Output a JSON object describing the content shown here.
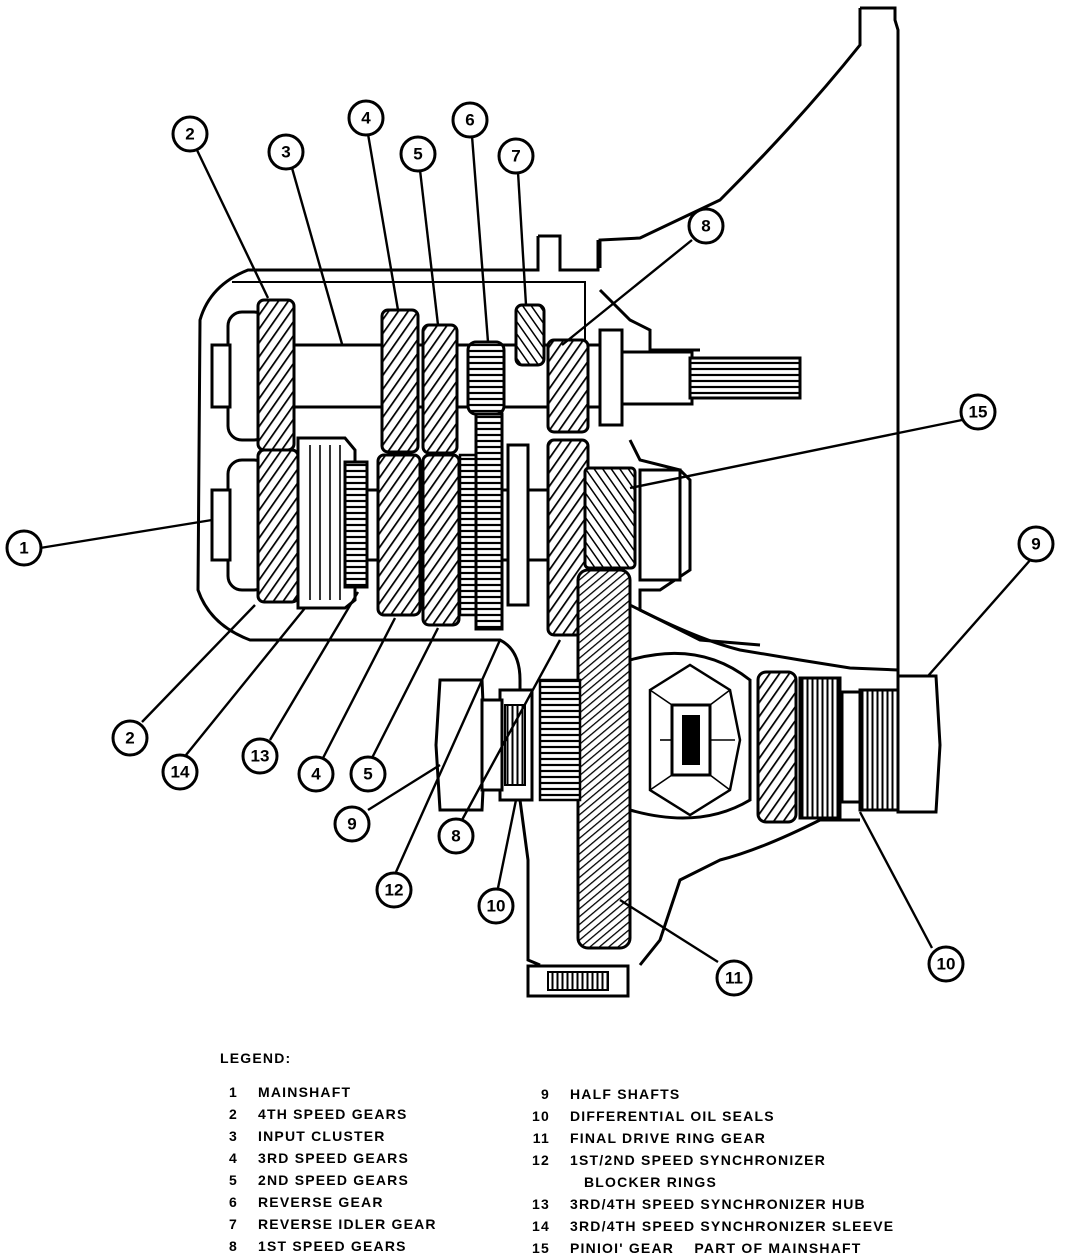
{
  "callouts": [
    "1",
    "2",
    "3",
    "4",
    "5",
    "6",
    "7",
    "8",
    "9",
    "10",
    "11",
    "12",
    "13",
    "14",
    "15"
  ],
  "legend": {
    "title": "LEGEND:",
    "items": [
      {
        "num": "1",
        "label": "MAINSHAFT"
      },
      {
        "num": "2",
        "label": "4TH SPEED GEARS"
      },
      {
        "num": "3",
        "label": "INPUT CLUSTER"
      },
      {
        "num": "4",
        "label": "3RD SPEED GEARS"
      },
      {
        "num": "5",
        "label": "2ND SPEED GEARS"
      },
      {
        "num": "6",
        "label": "REVERSE GEAR"
      },
      {
        "num": "7",
        "label": "REVERSE IDLER GEAR"
      },
      {
        "num": "8",
        "label": "1ST SPEED GEARS"
      },
      {
        "num": "9",
        "label": "HALF SHAFTS"
      },
      {
        "num": "10",
        "label": "DIFFERENTIAL OIL SEALS"
      },
      {
        "num": "11",
        "label": "FINAL DRIVE RING GEAR"
      },
      {
        "num": "12",
        "label": "1ST/2ND SPEED SYNCHRONIZER"
      },
      {
        "num": "13",
        "label": "3RD/4TH SPEED SYNCHRONIZER HUB"
      },
      {
        "num": "14",
        "label": "3RD/4TH SPEED SYNCHRONIZER SLEEVE"
      },
      {
        "num": "15",
        "label": "PINIOI' GEAR    PART OF MAINSHAFT"
      }
    ],
    "item12_cont": "BLOCKER RINGS"
  }
}
